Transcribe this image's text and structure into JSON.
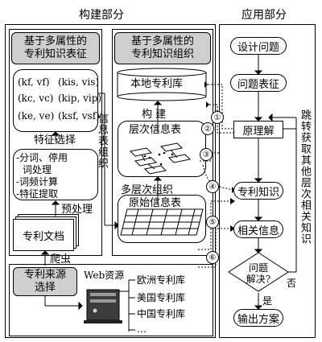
{
  "headers": {
    "build": "构建部分",
    "apply": "应用部分"
  },
  "build": {
    "repr_title": "基于多属性的\n专利知识表征",
    "org_title": "基于多属性的\n专利知识组织",
    "tuples": [
      "(kf, vf)",
      "(kis, vis)",
      "(kc, vc)",
      "(kip, vip)",
      "(ke, ve)",
      "(ksf, vsf)"
    ],
    "feature_select": "特征选择",
    "steps": [
      "-分词、停用",
      "词处理",
      "-词频计算",
      "-特征提取"
    ],
    "preprocess": "预处理",
    "patent_doc": "专利文档",
    "crawler": "爬虫",
    "info_org": "信息表组织",
    "local_db": "本地专利库",
    "construct": "构 建",
    "layer_table": "层次信息表",
    "multi_org": "多层次组织",
    "raw_table": "原始信息表",
    "source_select": "专利来源\n选择",
    "web_resource": "Web资源",
    "dbs": [
      "欧洲专利库",
      "美国专利库",
      "中国专利库",
      "…"
    ]
  },
  "apply": {
    "design": "设计问题",
    "repr": "问题表征",
    "principle": "原理解",
    "knowledge": "专利知识",
    "related": "相关信息",
    "solved": "问题\n解决?",
    "output": "输出方案",
    "yes": "是",
    "no": "否",
    "jump": "跳转获取其他层次相关知识"
  },
  "markers": [
    "①",
    "②",
    "③",
    "④",
    "⑤",
    "⑥"
  ]
}
